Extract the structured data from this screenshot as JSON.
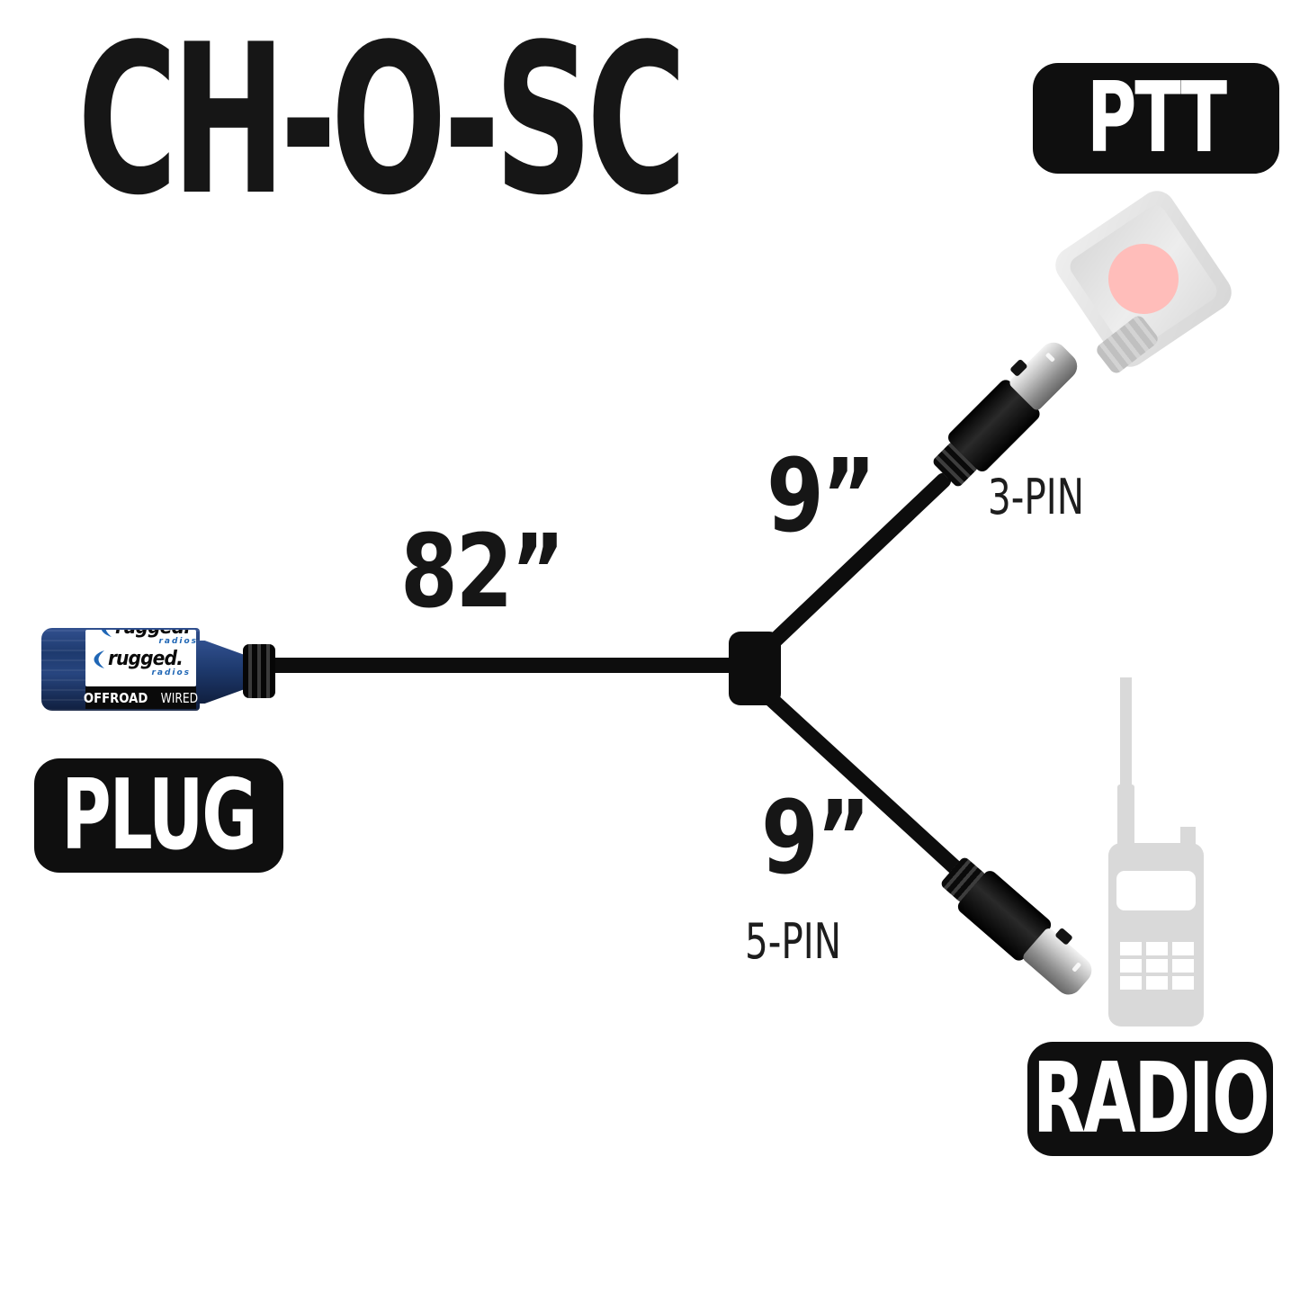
{
  "title": "CH-O-SC",
  "labels": {
    "ptt": "PTT",
    "plug": "PLUG",
    "radio": "RADIO"
  },
  "measurements": {
    "main_cable": "82”",
    "upper_branch": "9”",
    "lower_branch": "9”"
  },
  "connectors": {
    "upper": "3-PIN",
    "lower": "5-PIN"
  },
  "plug": {
    "brand": "rugged.",
    "brand_sub": "radios",
    "band_bold": "OFFROAD",
    "band_light": "WIRED"
  },
  "colors": {
    "cable": "#0d0d0d",
    "label_bg": "#0f0f0f",
    "text": "#161616",
    "plug_navy": "#1e3a6e",
    "plug_navy_dark": "#101f3f",
    "brand_blue": "#1f66b5",
    "ghost": "#d9d9d9",
    "ptt_red": "#ff362b",
    "silver": "#c9c9c9"
  }
}
